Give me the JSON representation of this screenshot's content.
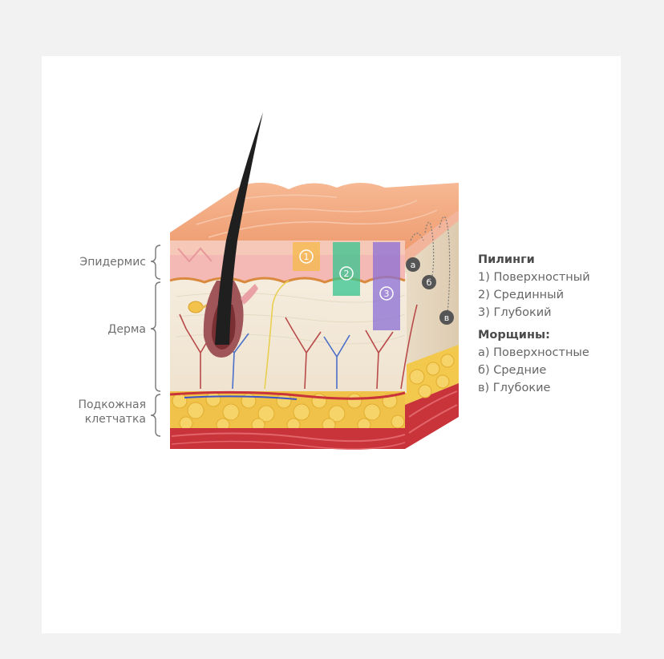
{
  "layers": {
    "epidermis": "Эпидермис",
    "dermis": "Дерма",
    "subcutis_line1": "Подкожная",
    "subcutis_line2": "клетчатка"
  },
  "legend": {
    "peels_title": "Пилинги",
    "peels": [
      "1) Поверхностный",
      "2) Срединный",
      "3) Глубокий"
    ],
    "wrinkles_title": "Морщины:",
    "wrinkles": [
      "а) Поверхностные",
      "б) Средние",
      "в) Глубокие"
    ]
  },
  "markers": {
    "peels": [
      "1",
      "2",
      "3"
    ],
    "wrinkles": [
      "а",
      "б",
      "в"
    ]
  },
  "colors": {
    "peel1": "#f5b94a",
    "peel2": "#36c58f",
    "peel3": "#8b6fd6",
    "wrinkle_marker": "#555555",
    "epidermis_top": "#f0a57d",
    "dermis": "#f1e8d8",
    "fat": "#f2c94c",
    "muscle": "#c8343a"
  }
}
